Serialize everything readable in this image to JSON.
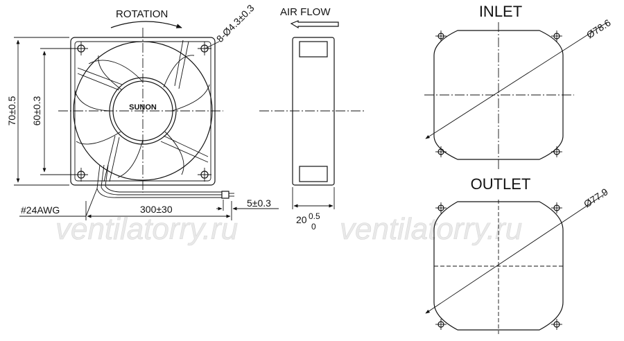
{
  "front_view": {
    "rotation_label": "ROTATION",
    "brand": "SUNON",
    "hole_callout": "8-Ø4.3±0.3",
    "height_dim": "70±0.5",
    "hole_pitch_dim": "60±0.3",
    "wire_gauge": "#24AWG",
    "lead_length_dim": "300±30",
    "strip_length_dim": "5±0.3"
  },
  "side_view": {
    "airflow_label": "AIR FLOW",
    "thickness_base": "20",
    "thickness_tol_upper": "0.5",
    "thickness_tol_lower": "0"
  },
  "inlet_view": {
    "title": "INLET",
    "diameter": "Ø78.6"
  },
  "outlet_view": {
    "title": "OUTLET",
    "diameter": "Ø77.9"
  },
  "watermark": [
    "ventilatorry.ru",
    "ventilatorry.ru"
  ]
}
